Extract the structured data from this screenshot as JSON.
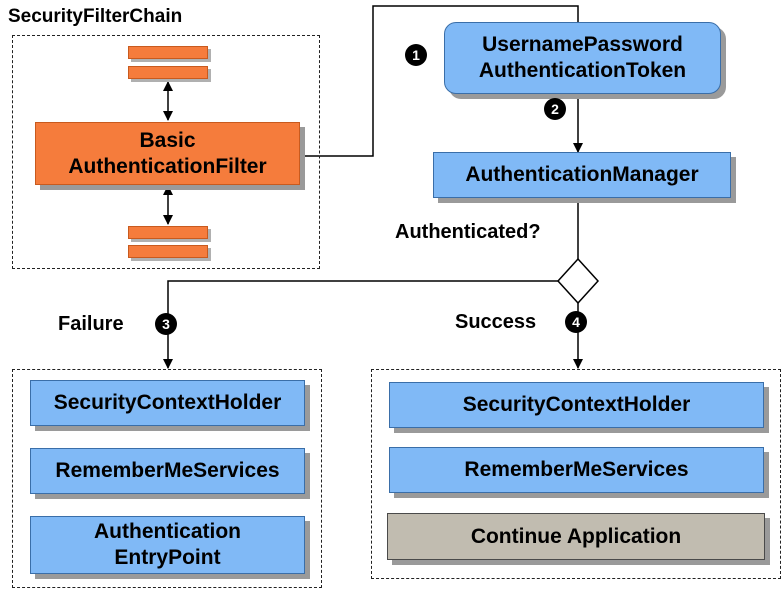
{
  "chain": {
    "title": "SecurityFilterChain",
    "filter": [
      "Basic",
      "AuthenticationFilter"
    ]
  },
  "token": [
    "UsernamePassword",
    "AuthenticationToken"
  ],
  "manager": "AuthenticationManager",
  "decision": "Authenticated?",
  "failure": {
    "label": "Failure",
    "items": [
      "SecurityContextHolder",
      "RememberMeServices",
      [
        "Authentication",
        "EntryPoint"
      ]
    ]
  },
  "success": {
    "label": "Success",
    "items": [
      "SecurityContextHolder",
      "RememberMeServices",
      "Continue Application"
    ]
  },
  "steps": [
    "1",
    "2",
    "3",
    "4"
  ],
  "colors": {
    "filter": "#f57c3c",
    "component": "#80b9f6",
    "continue": "#c1bcb0"
  }
}
